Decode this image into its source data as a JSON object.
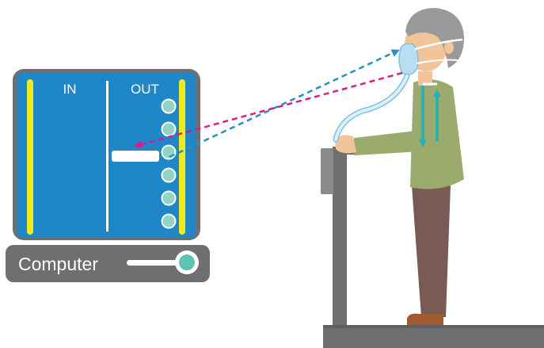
{
  "analyzer": {
    "in_label": "IN",
    "out_label": "OUT",
    "port_count": 6
  },
  "computer": {
    "label": "Computer"
  },
  "colors": {
    "panel_frame": "#6f6f72",
    "panel_screen": "#1f86c8",
    "rails": "#f2ec1a",
    "ports": "#8fd4c7",
    "computer_base": "#6f6f72",
    "knob": "#5ec2b4",
    "inhale_arrow": "#2a8fc4",
    "exhale_arrow": "#e0198a",
    "treadmill": "#6f6f72",
    "shirt": "#9bab6d",
    "trousers": "#7a5a55",
    "hair": "#9a9a9a",
    "hose": "#bfe0f4",
    "flow_arrows": "#28b3b0"
  },
  "icons": {
    "ports": "circle-port-icon",
    "knob": "toggle-knob-icon"
  }
}
